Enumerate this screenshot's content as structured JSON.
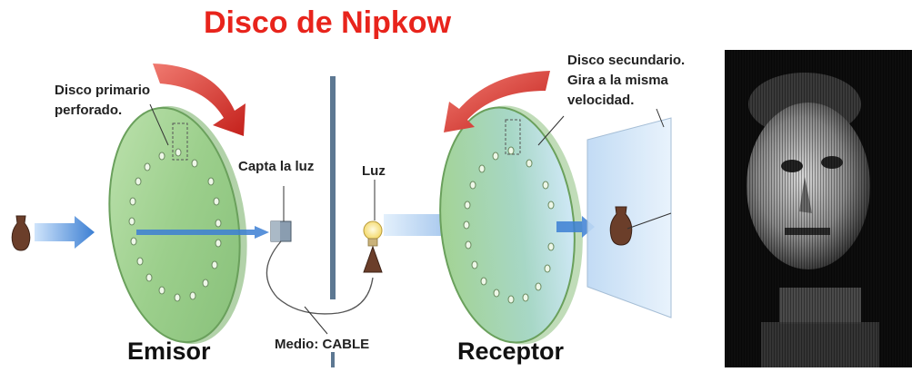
{
  "title": "Disco de Nipkow",
  "labels": {
    "primary_disk_line1": "Disco primario",
    "primary_disk_line2": "perforado.",
    "captures_light": "Capta la luz",
    "light": "Luz",
    "secondary_disk_line1": "Disco secundario.",
    "secondary_disk_line2": "Gira a la misma",
    "secondary_disk_line3": "velocidad.",
    "medium": "Medio: CABLE",
    "emitter": "Emisor",
    "receiver": "Receptor"
  },
  "colors": {
    "title": "#e8241c",
    "disk": "#9ccf8c",
    "rotation_arrow": "#d22a22",
    "light_beam": "#4f8fd8",
    "vase": "#6b3e2a"
  }
}
